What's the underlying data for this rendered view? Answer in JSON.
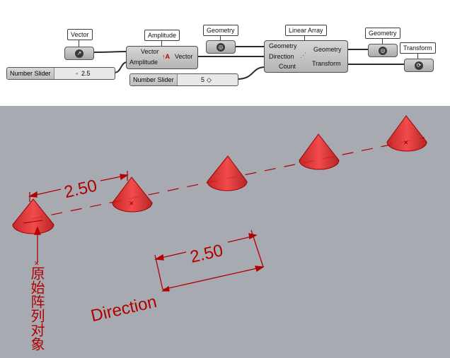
{
  "canvas": {
    "components": {
      "vector": {
        "label": "Vector",
        "icon": "vector-param-icon"
      },
      "amplitude": {
        "label": "Amplitude",
        "inputs": [
          "Vector",
          "Amplitude"
        ],
        "output": "Vector",
        "icon": "amplitude-icon"
      },
      "geometry_in": {
        "label": "Geometry",
        "icon": "geometry-param-icon"
      },
      "linear_array": {
        "label": "Linear Array",
        "inputs": [
          "Geometry",
          "Direction",
          "Count"
        ],
        "outputs": [
          "Geometry",
          "Transform"
        ],
        "icon": "linear-array-icon"
      },
      "geometry_out": {
        "label": "Geometry",
        "icon": "geometry-param-icon"
      },
      "transform": {
        "label": "Transform",
        "icon": "transform-param-icon"
      }
    },
    "sliders": [
      {
        "name": "Number Slider",
        "value": "2.5"
      },
      {
        "name": "Number Slider",
        "value": "5"
      }
    ]
  },
  "viewport": {
    "dimensions": [
      {
        "text": "2.50"
      },
      {
        "text": "2.50"
      }
    ],
    "direction_label": "Direction",
    "origin_label": "原始阵列对象",
    "colors": {
      "cone": "#e01818",
      "annotation": "#b00000",
      "background": "#a7abb1"
    }
  }
}
